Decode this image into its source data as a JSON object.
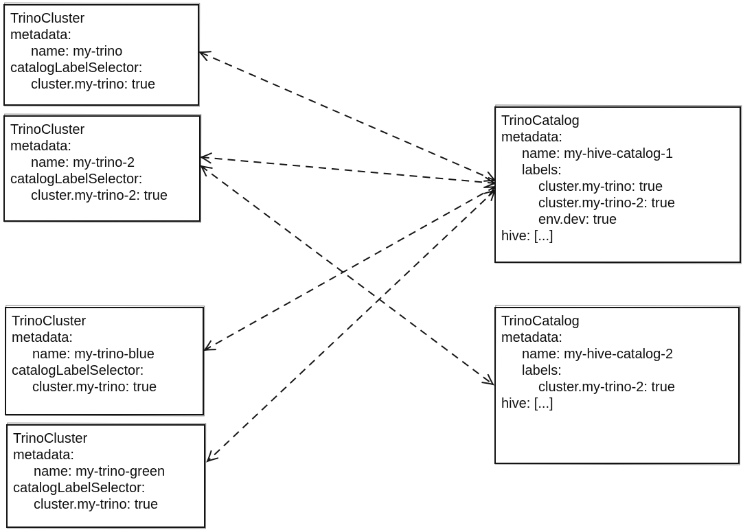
{
  "canvas": {
    "background": "#ffffff",
    "stroke": "#161616",
    "text_color": "#0e0e0e"
  },
  "nodes": [
    {
      "id": "trino-cluster-my-trino",
      "kind": "TrinoCluster",
      "lines": [
        {
          "indent": 0,
          "text": "TrinoCluster"
        },
        {
          "indent": 0,
          "text": "metadata:"
        },
        {
          "indent": 1,
          "text": "name: my-trino"
        },
        {
          "indent": 0,
          "text": "catalogLabelSelector:"
        },
        {
          "indent": 1,
          "text": "cluster.my-trino: true"
        }
      ]
    },
    {
      "id": "trino-cluster-my-trino-2",
      "kind": "TrinoCluster",
      "lines": [
        {
          "indent": 0,
          "text": "TrinoCluster"
        },
        {
          "indent": 0,
          "text": "metadata:"
        },
        {
          "indent": 1,
          "text": "name: my-trino-2"
        },
        {
          "indent": 0,
          "text": "catalogLabelSelector:"
        },
        {
          "indent": 1,
          "text": "cluster.my-trino-2: true"
        }
      ]
    },
    {
      "id": "trino-cluster-my-trino-blue",
      "kind": "TrinoCluster",
      "lines": [
        {
          "indent": 0,
          "text": "TrinoCluster"
        },
        {
          "indent": 0,
          "text": "metadata:"
        },
        {
          "indent": 1,
          "text": "name: my-trino-blue"
        },
        {
          "indent": 0,
          "text": "catalogLabelSelector:"
        },
        {
          "indent": 1,
          "text": "cluster.my-trino: true"
        }
      ]
    },
    {
      "id": "trino-cluster-my-trino-green",
      "kind": "TrinoCluster",
      "lines": [
        {
          "indent": 0,
          "text": "TrinoCluster"
        },
        {
          "indent": 0,
          "text": "metadata:"
        },
        {
          "indent": 1,
          "text": "name: my-trino-green"
        },
        {
          "indent": 0,
          "text": "catalogLabelSelector:"
        },
        {
          "indent": 1,
          "text": "cluster.my-trino: true"
        }
      ]
    },
    {
      "id": "trino-catalog-my-hive-catalog-1",
      "kind": "TrinoCatalog",
      "lines": [
        {
          "indent": 0,
          "text": "TrinoCatalog"
        },
        {
          "indent": 0,
          "text": "metadata:"
        },
        {
          "indent": 1,
          "text": "name: my-hive-catalog-1"
        },
        {
          "indent": 1,
          "text": "labels:"
        },
        {
          "indent": 2,
          "text": "cluster.my-trino: true"
        },
        {
          "indent": 2,
          "text": "cluster.my-trino-2: true"
        },
        {
          "indent": 2,
          "text": "env.dev: true"
        },
        {
          "indent": 0,
          "text": "hive: [...]"
        }
      ]
    },
    {
      "id": "trino-catalog-my-hive-catalog-2",
      "kind": "TrinoCatalog",
      "lines": [
        {
          "indent": 0,
          "text": "TrinoCatalog"
        },
        {
          "indent": 0,
          "text": "metadata:"
        },
        {
          "indent": 1,
          "text": "name: my-hive-catalog-2"
        },
        {
          "indent": 1,
          "text": "labels:"
        },
        {
          "indent": 2,
          "text": "cluster.my-trino-2: true"
        },
        {
          "indent": 0,
          "text": "hive: [...]"
        }
      ]
    }
  ],
  "edges": [
    {
      "from": "trino-catalog-my-hive-catalog-1",
      "to": "trino-cluster-my-trino",
      "line_style": "dashed",
      "arrowheads": "both"
    },
    {
      "from": "trino-catalog-my-hive-catalog-1",
      "to": "trino-cluster-my-trino-2",
      "line_style": "dashed",
      "arrowheads": "both"
    },
    {
      "from": "trino-catalog-my-hive-catalog-1",
      "to": "trino-cluster-my-trino-blue",
      "line_style": "dashed",
      "arrowheads": "both"
    },
    {
      "from": "trino-catalog-my-hive-catalog-1",
      "to": "trino-cluster-my-trino-green",
      "line_style": "dashed",
      "arrowheads": "both"
    },
    {
      "from": "trino-cluster-my-trino-2",
      "to": "trino-catalog-my-hive-catalog-2",
      "line_style": "dashed",
      "arrowheads": "both"
    }
  ]
}
